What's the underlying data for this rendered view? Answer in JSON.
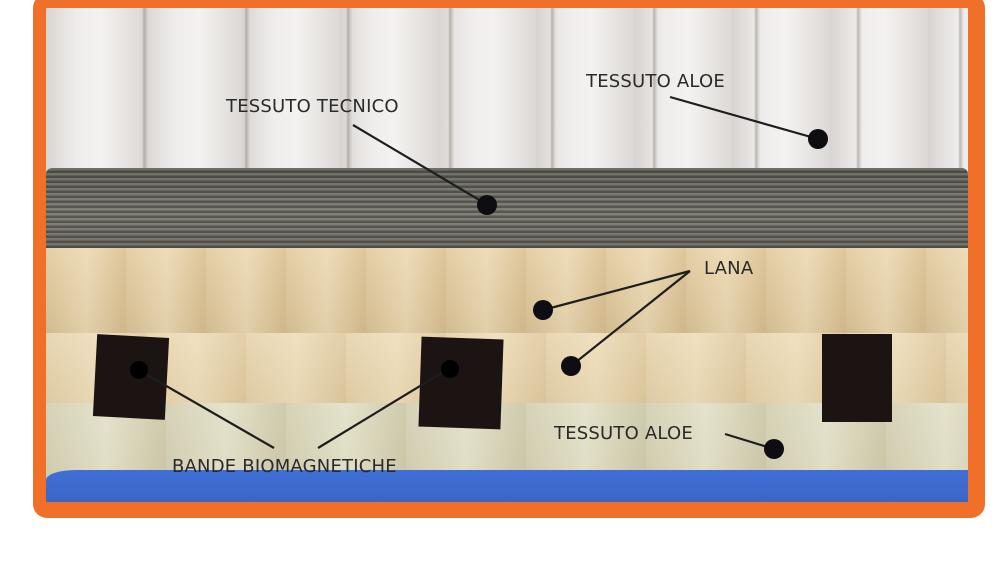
{
  "image": {
    "subject": "mattress layers cross-section",
    "frame_color": "#f0702a",
    "labels": [
      {
        "id": "tessuto-tecnico",
        "text": "TESSUTO TECNICO"
      },
      {
        "id": "tessuto-aloe-top",
        "text": "TESSUTO ALOE"
      },
      {
        "id": "lana",
        "text": "LANA"
      },
      {
        "id": "tessuto-aloe-bottom",
        "text": "TESSUTO ALOE"
      },
      {
        "id": "bande-biomagnetiche",
        "text": "BANDE BIOMAGNETICHE"
      }
    ],
    "layers": [
      {
        "name": "tessuto-aloe-top",
        "color": "#eeebe8"
      },
      {
        "name": "tessuto-tecnico",
        "color": "#6b6a63"
      },
      {
        "name": "lana-upper",
        "color": "#dcc69b"
      },
      {
        "name": "lana-lower",
        "color": "#e3d1ad"
      },
      {
        "name": "tessuto-aloe-bottom",
        "color": "#d3cfb3"
      },
      {
        "name": "blue-base",
        "color": "#3e69cf"
      }
    ]
  }
}
